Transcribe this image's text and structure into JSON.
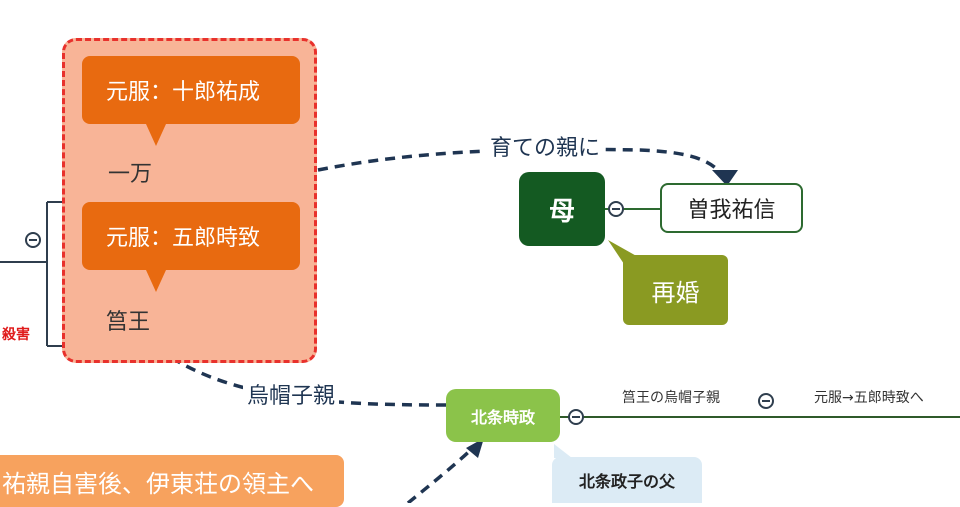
{
  "group": {
    "callout1": "元服：十郎祐成",
    "name1": "一万",
    "callout2": "元服：五郎時致",
    "name2": "筥王"
  },
  "left_red_label": "殺害",
  "edges": {
    "raised_as": "育ての親に",
    "eboshi_oya": "烏帽子親"
  },
  "nodes": {
    "mother": "母",
    "soga": "曽我祐信",
    "remarriage": "再婚",
    "hojo": "北条時政",
    "masako_father": "北条政子の父",
    "banner": "祐親自害後、伊東荘の領主へ"
  },
  "hojo_branch": {
    "label1": "筥王の烏帽子親",
    "label2": "元服→五郎時致へ"
  }
}
